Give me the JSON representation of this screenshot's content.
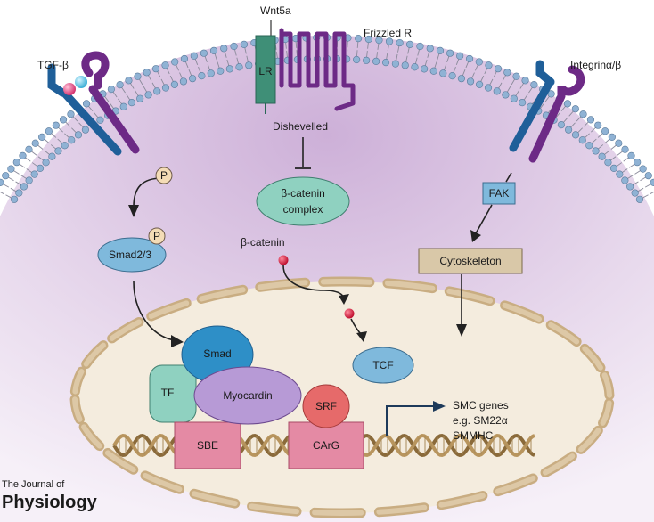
{
  "labels": {
    "wnt5a": "Wnt5a",
    "frizzled": "Frizzled R",
    "lrp": "LR",
    "tgfb": "TGF-β",
    "integrin": "Integrinα/β",
    "dishevelled": "Dishevelled",
    "bcat_complex_line1": "β-catenin",
    "bcat_complex_line2": "complex",
    "bcatenin": "β-catenin",
    "phospho_top": "P",
    "phospho_smad": "P",
    "smad23": "Smad2/3",
    "fak": "FAK",
    "cytoskeleton": "Cytoskeleton",
    "smad": "Smad",
    "tf": "TF",
    "myocardin": "Myocardin",
    "srf": "SRF",
    "tcf": "TCF",
    "sbe": "SBE",
    "carg": "CArG",
    "smc_line1": "SMC genes",
    "smc_line2": "e.g. SM22α",
    "smc_line3": "SMMHC"
  },
  "logo": {
    "line1": "The Journal of",
    "line2": "Physiology"
  },
  "colors": {
    "cytoplasm": "#ddc7e4",
    "membrane_head": "#8fb2d4",
    "nucleus_fill": "#f4ecde",
    "nuclear_envelope": "#c9ad82",
    "receptor_blue": "#1f5f99",
    "receptor_purple": "#6d2a86",
    "lrp_green": "#3f8f77",
    "node_teal": "#8fd1c0",
    "node_blue": "#7fb9dc",
    "smad_blue": "#2e8fc7",
    "myocardin_purple": "#b79ad6",
    "srf_red": "#e66a6a",
    "dna_element_pink": "#e48aa4",
    "cytoskeleton_tan": "#d9c8a8",
    "phospho_bead": "#f4dcb6",
    "catenin_red": "#d41c3c"
  }
}
